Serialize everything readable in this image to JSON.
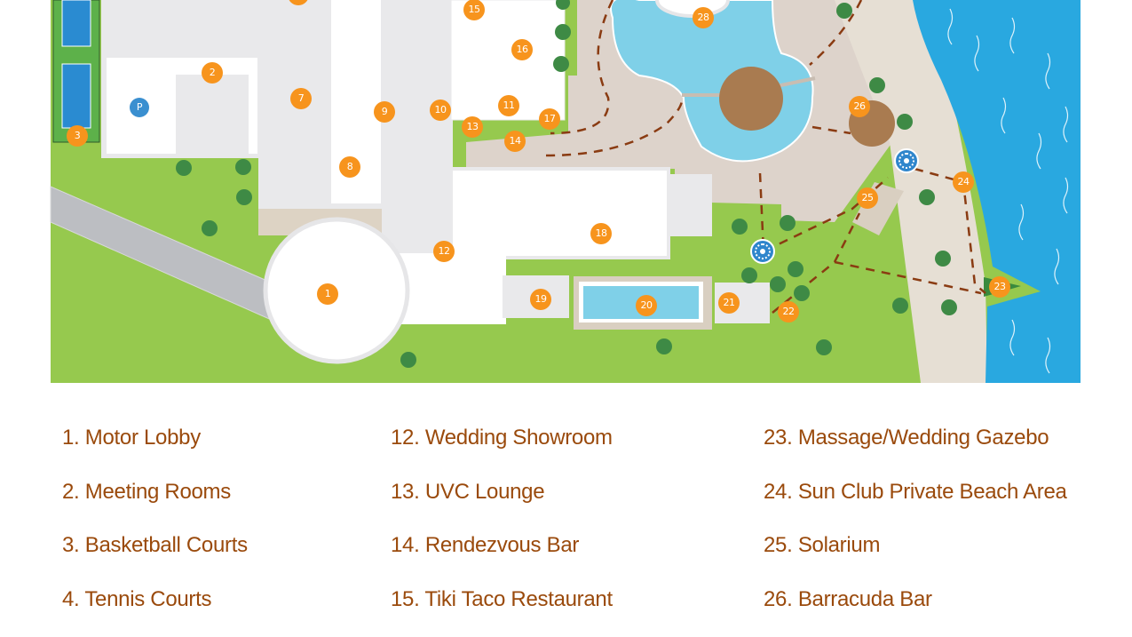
{
  "map": {
    "markers": [
      "1",
      "2",
      "3",
      "7",
      "8",
      "9",
      "10",
      "11",
      "12",
      "13",
      "14",
      "15",
      "16",
      "17",
      "18",
      "19",
      "20",
      "21",
      "22",
      "23",
      "24",
      "25",
      "26",
      "28"
    ],
    "parking_label": "P",
    "colors": {
      "grass": "#96c94e",
      "sand": "#e6dfd4",
      "patio": "#ddd3cb",
      "water": "#29a8e0",
      "pool": "#7fd0e8",
      "building": "#e9e9eb",
      "marker": "#f7941d",
      "path": "#8a3b12"
    }
  },
  "legend": {
    "columns": [
      [
        "1. Motor Lobby",
        "2. Meeting Rooms",
        "3. Basketball Courts",
        "4. Tennis Courts"
      ],
      [
        "12. Wedding Showroom",
        "13. UVC Lounge",
        "14. Rendezvous Bar",
        "15. Tiki Taco Restaurant"
      ],
      [
        "23. Massage/Wedding Gazebo",
        "24. Sun Club Private Beach Area",
        "25. Solarium",
        "26.  Barracuda Bar"
      ]
    ]
  }
}
